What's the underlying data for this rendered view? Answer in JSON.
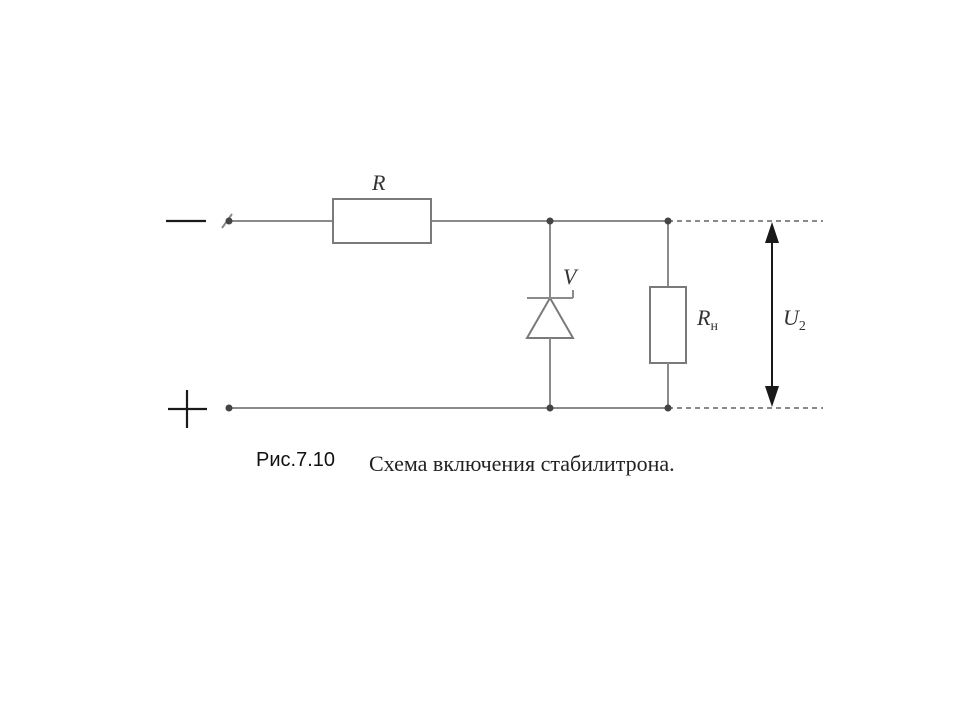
{
  "labels": {
    "resistor": "R",
    "zener": "V",
    "load_main": "R",
    "load_sub": "н",
    "voltage_main": "U",
    "voltage_sub": "2"
  },
  "terminals": {
    "negative": "—",
    "positive": "+"
  },
  "caption": {
    "prefix": "Рис.7.10",
    "text": "Схема включения стабилитрона."
  },
  "colors": {
    "wire": "#8a8a8a",
    "symbol": "#1a1a1a",
    "text": "#333333"
  }
}
